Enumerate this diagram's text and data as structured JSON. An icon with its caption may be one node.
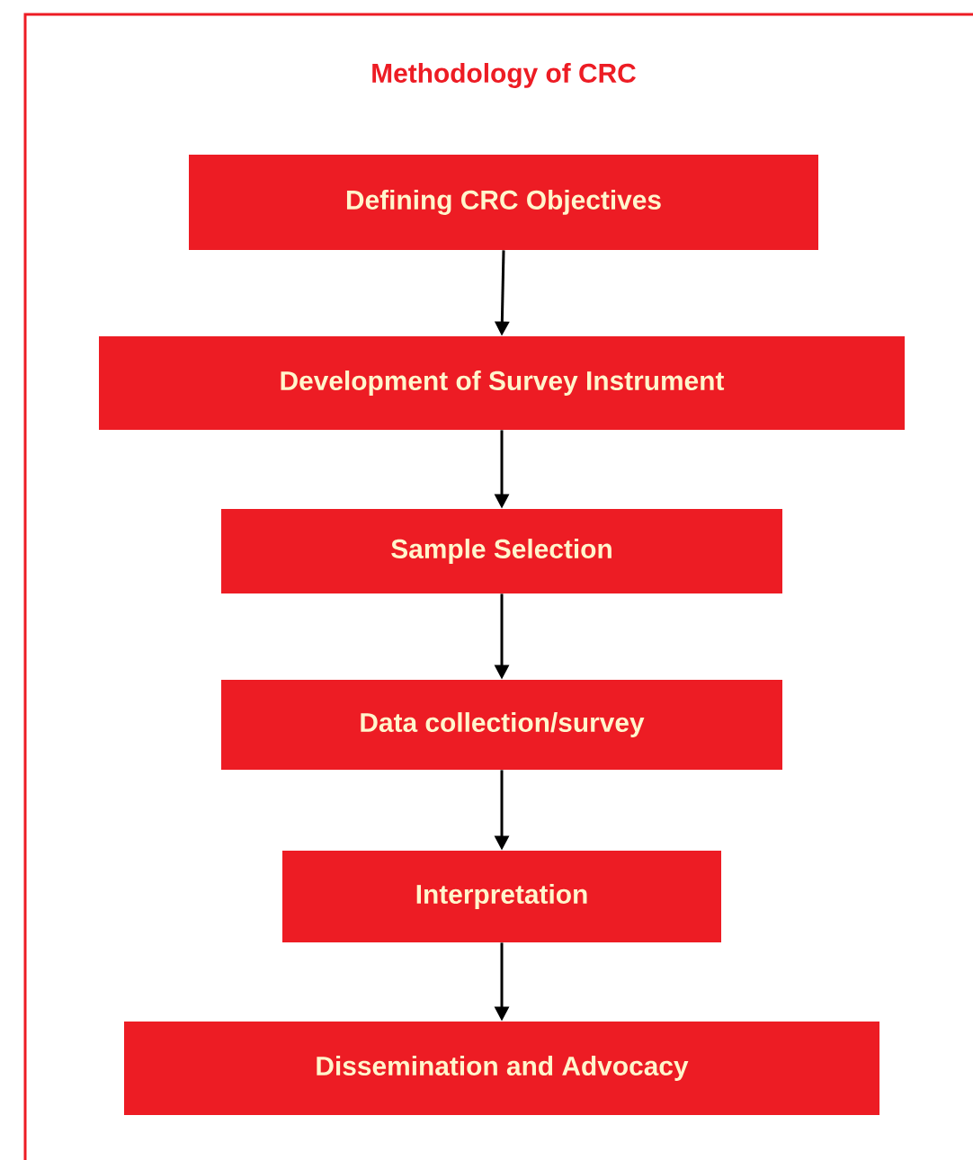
{
  "diagram": {
    "title": "Methodology of CRC",
    "nodes": [
      {
        "text": [
          "Defining CRC Objectives"
        ]
      },
      {
        "text": [
          "Development of Survey Instrument"
        ]
      },
      {
        "text": [
          "Sample Selection"
        ]
      },
      {
        "text": [
          "Data collection/survey"
        ]
      },
      {
        "text": [
          "Interpretation"
        ]
      },
      {
        "text": [
          "Dissemination and Advocacy"
        ]
      }
    ],
    "edges": [
      {
        "from": 0,
        "to": 1,
        "arrow": "to"
      },
      {
        "from": 1,
        "to": 2,
        "arrow": "to"
      },
      {
        "from": 2,
        "to": 3,
        "arrow": "to"
      },
      {
        "from": 3,
        "to": 4,
        "arrow": "to"
      },
      {
        "from": 4,
        "to": 5,
        "arrow": "to"
      }
    ]
  }
}
